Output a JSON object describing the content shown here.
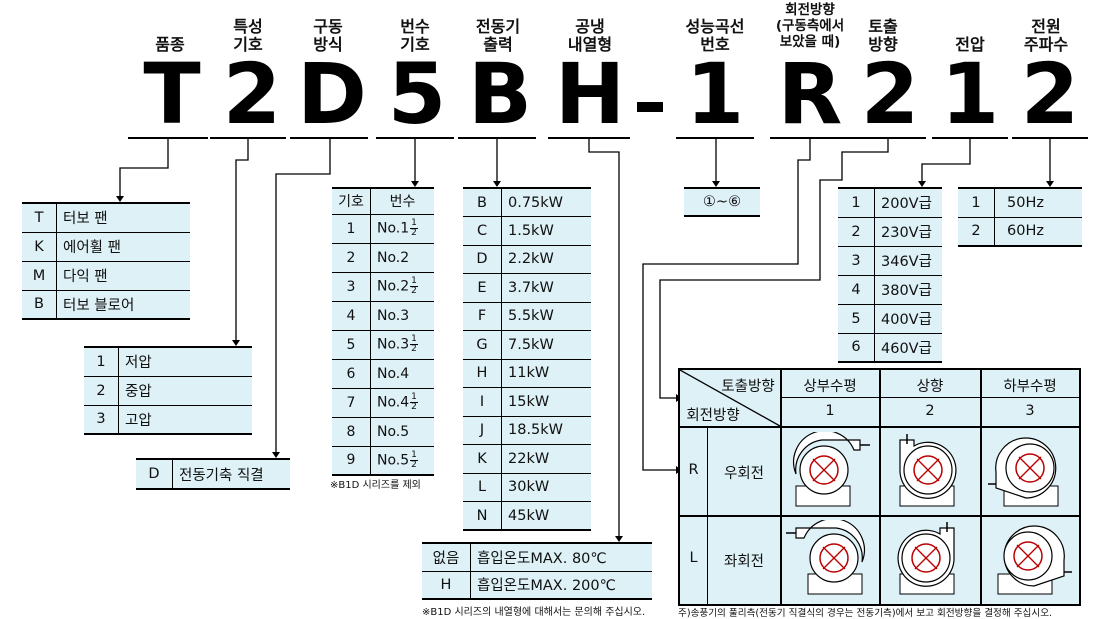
{
  "headers": [
    {
      "id": "h1",
      "text": "품종"
    },
    {
      "id": "h2",
      "text": "특성\n기호"
    },
    {
      "id": "h3",
      "text": "구동\n방식"
    },
    {
      "id": "h4",
      "text": "번수\n기호"
    },
    {
      "id": "h5",
      "text": "전동기\n출력"
    },
    {
      "id": "h6",
      "text": "공냉\n내열형"
    },
    {
      "id": "h7",
      "text": "성능곡선\n번호"
    },
    {
      "id": "h8",
      "text": "회전방향\n(구동측에서\n보았을 때)"
    },
    {
      "id": "h9",
      "text": "토출\n방향"
    },
    {
      "id": "h10",
      "text": "전압"
    },
    {
      "id": "h11",
      "text": "전원\n주파수"
    }
  ],
  "code_chars": [
    "T",
    "2",
    "D",
    "5",
    "B",
    "H",
    "-",
    "1",
    "R",
    "2",
    "1",
    "2"
  ],
  "variety_table": [
    {
      "key": "T",
      "value": "터보 팬"
    },
    {
      "key": "K",
      "value": "에어휠 팬"
    },
    {
      "key": "M",
      "value": "다익 팬"
    },
    {
      "key": "B",
      "value": "터보 블로어"
    }
  ],
  "pressure_table": [
    {
      "key": "1",
      "value": "저압"
    },
    {
      "key": "2",
      "value": "중압"
    },
    {
      "key": "3",
      "value": "고압"
    }
  ],
  "drive_table": [
    {
      "key": "D",
      "value": "전동기축 직결"
    }
  ],
  "size_table": {
    "header": {
      "key": "기호",
      "value": "번수"
    },
    "rows": [
      {
        "key": "1",
        "value": "No.1",
        "frac": true
      },
      {
        "key": "2",
        "value": "No.2",
        "frac": false
      },
      {
        "key": "3",
        "value": "No.2",
        "frac": true
      },
      {
        "key": "4",
        "value": "No.3",
        "frac": false
      },
      {
        "key": "5",
        "value": "No.3",
        "frac": true
      },
      {
        "key": "6",
        "value": "No.4",
        "frac": false
      },
      {
        "key": "7",
        "value": "No.4",
        "frac": true
      },
      {
        "key": "8",
        "value": "No.5",
        "frac": false
      },
      {
        "key": "9",
        "value": "No.5",
        "frac": true
      }
    ],
    "frac_num": "1",
    "frac_den": "2",
    "note": "※B1D 시리즈를 제외"
  },
  "motor_table": [
    {
      "key": "B",
      "value": "0.75kW"
    },
    {
      "key": "C",
      "value": "1.5kW"
    },
    {
      "key": "D",
      "value": "2.2kW"
    },
    {
      "key": "E",
      "value": "3.7kW"
    },
    {
      "key": "F",
      "value": "5.5kW"
    },
    {
      "key": "G",
      "value": "7.5kW"
    },
    {
      "key": "H",
      "value": "11kW"
    },
    {
      "key": "I",
      "value": "15kW"
    },
    {
      "key": "J",
      "value": "18.5kW"
    },
    {
      "key": "K",
      "value": "22kW"
    },
    {
      "key": "L",
      "value": "30kW"
    },
    {
      "key": "N",
      "value": "45kW"
    }
  ],
  "heat_table": {
    "rows": [
      {
        "key": "없음",
        "value": "흡입온도MAX. 80℃"
      },
      {
        "key": "H",
        "value": "흡입온도MAX. 200℃"
      }
    ],
    "note": "※B1D 시리즈의 내열형에 대해서는 문의해 주십시오."
  },
  "curve_box": "①~⑥",
  "voltage_table": [
    {
      "key": "1",
      "value": "200V급"
    },
    {
      "key": "2",
      "value": "230V급"
    },
    {
      "key": "3",
      "value": "346V급"
    },
    {
      "key": "4",
      "value": "380V급"
    },
    {
      "key": "5",
      "value": "400V급"
    },
    {
      "key": "6",
      "value": "460V급"
    }
  ],
  "freq_table": [
    {
      "key": "1",
      "value": "50Hz"
    },
    {
      "key": "2",
      "value": "60Hz"
    }
  ],
  "direction_grid": {
    "corner_top": "토출방향",
    "corner_bottom": "회전방향",
    "columns": [
      {
        "name": "상부수평",
        "code": "1"
      },
      {
        "name": "상향",
        "code": "2"
      },
      {
        "name": "하부수평",
        "code": "3"
      }
    ],
    "rows": [
      {
        "code": "R",
        "name": "우회전"
      },
      {
        "code": "L",
        "name": "좌회전"
      }
    ],
    "note": "주)송풍기의 풀리측(전동기 직결식의 경우는 전동기측)에서 보고 회전방향을 결정해 주십시오."
  },
  "colors": {
    "table_bg": "#ddf1f7",
    "line": "#000000"
  }
}
